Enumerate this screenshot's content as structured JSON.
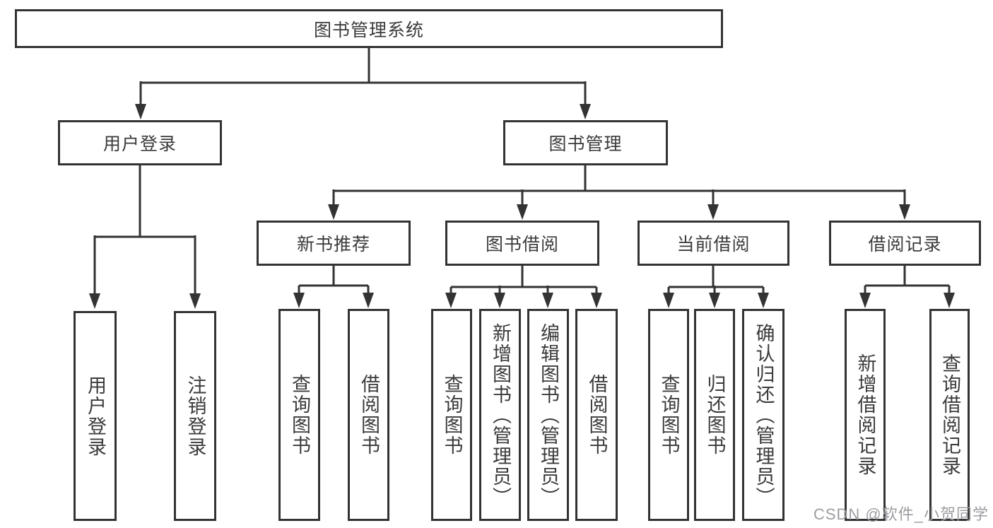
{
  "tree": {
    "root": {
      "label": "图书管理系统"
    },
    "branches": [
      {
        "label": "用户登录",
        "leaves": [
          {
            "label": "用户登录"
          },
          {
            "label": "注销登录"
          }
        ]
      },
      {
        "label": "图书管理",
        "groups": [
          {
            "label": "新书推荐",
            "leaves": [
              {
                "label": "查询图书"
              },
              {
                "label": "借阅图书"
              }
            ]
          },
          {
            "label": "图书借阅",
            "leaves": [
              {
                "label": "查询图书"
              },
              {
                "label": "新增图书（管理员）"
              },
              {
                "label": "编辑图书（管理员）"
              },
              {
                "label": "借阅图书"
              }
            ]
          },
          {
            "label": "当前借阅",
            "leaves": [
              {
                "label": "查询图书"
              },
              {
                "label": "归还图书"
              },
              {
                "label": "确认归还（管理员）"
              }
            ]
          },
          {
            "label": "借阅记录",
            "leaves": [
              {
                "label": "新增借阅记录"
              },
              {
                "label": "查询借阅记录"
              }
            ]
          }
        ]
      }
    ]
  },
  "colors": {
    "line": "#333333",
    "text": "#3b3b3b",
    "watermark": "#9d9da2"
  },
  "watermark": "CSDN @软件_小贺同学"
}
